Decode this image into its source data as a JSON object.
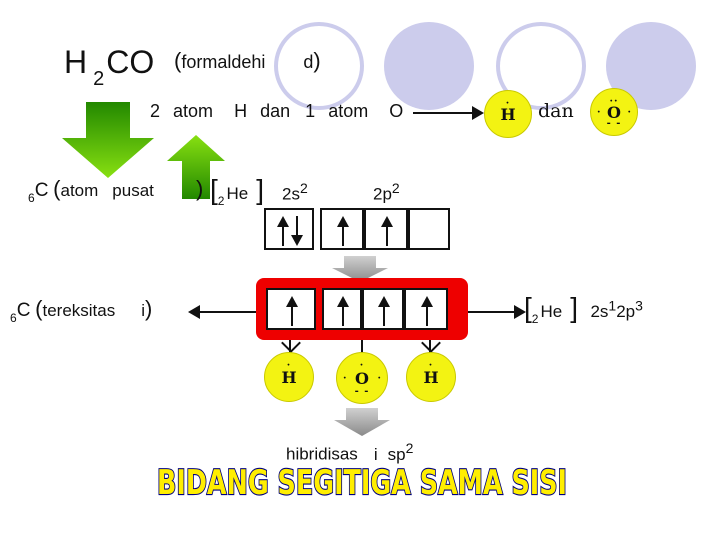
{
  "title": {
    "h": "H",
    "sub2": "2",
    "co": "CO",
    "paren_open": "(",
    "name_a": "formaldehi",
    "name_b": "d",
    "paren_close": ")"
  },
  "composition": {
    "num2": "2",
    "atom": "atom",
    "h": "H",
    "dan": "dan",
    "num1": "1",
    "atom2": "atom",
    "o": "O"
  },
  "right_atoms": {
    "h_label": "H",
    "dan": "dan",
    "o_label": "O"
  },
  "ground": {
    "prefix": "6",
    "c": "C",
    "paren_open": "(",
    "desc_a": "atom",
    "desc_b": "pusat",
    "paren_close": ")",
    "bracket_open": "[",
    "core_sub": "2",
    "core": "He",
    "bracket_close": "]",
    "s_label": "2s",
    "s_sup": "2",
    "p_label": "2p",
    "p_sup": "2"
  },
  "excited": {
    "prefix": "6",
    "c": "C",
    "paren_open": "(",
    "desc_a": "tereksitas",
    "desc_b": "i",
    "paren_close": ")",
    "bracket_open": "[",
    "core_sub": "2",
    "core": "He",
    "bracket_close": "]",
    "s_label": "2s",
    "s_sup": "1",
    "p_label": "2p",
    "p_sup": "3"
  },
  "bonded_atoms": [
    "H",
    "O",
    "H"
  ],
  "hybrid": {
    "text_a": "hibridisas",
    "text_b": "i",
    "sp": "sp",
    "sup": "2"
  },
  "conclusion": "BIDANG SEGITIGA SAMA SISI",
  "colors": {
    "deco": "#ccccec",
    "arrow_green": "#66cc00",
    "red_block": "#ee0000",
    "atom_yellow": "#f3f312",
    "conclusion_fill": "#ffee00",
    "conclusion_stroke": "#000080"
  }
}
